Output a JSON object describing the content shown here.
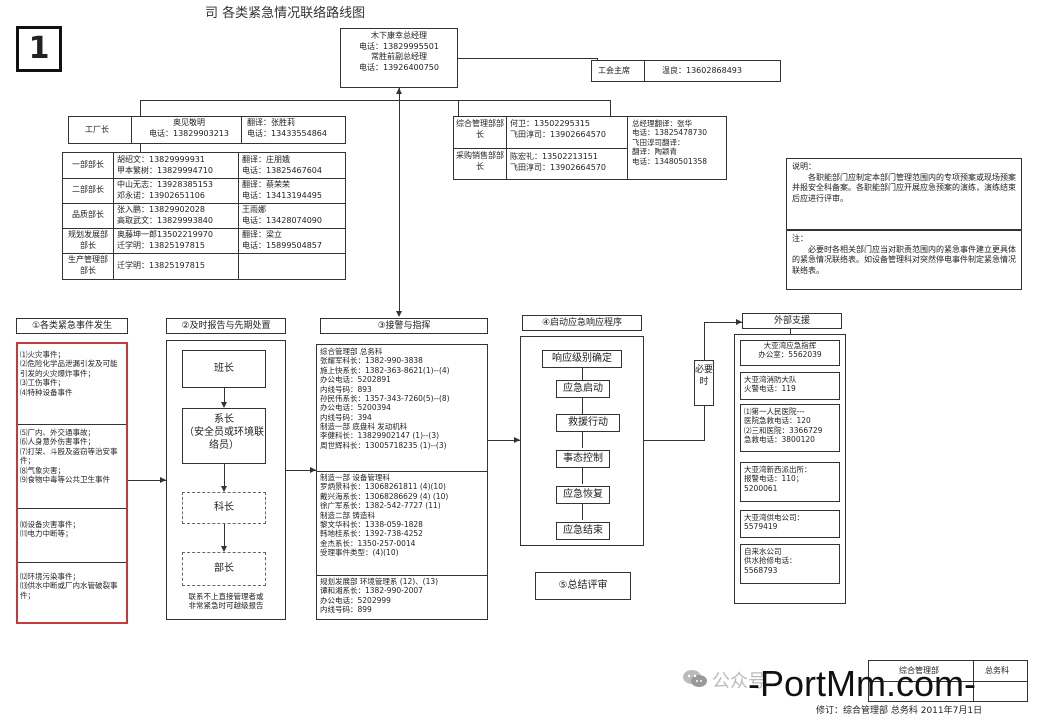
{
  "title": "司 各类紧急情况联络路线图",
  "page_number": "1",
  "top_manager": {
    "lines": [
      "木下康幸总经理",
      "电话：13829995501",
      "常胜前副总经理",
      "电话：13926400750"
    ]
  },
  "union": {
    "label": "工会主席",
    "text": "温良：13602868493"
  },
  "factory": {
    "label": "工厂长",
    "left": [
      "奥见敬明",
      "电话：13829903213"
    ],
    "right": [
      "翻译：张胜莉",
      "电话：13433554864"
    ]
  },
  "comprehensive": {
    "label": "综合管理部部长",
    "lines": [
      "何卫：13502295315",
      "飞田淳司：13902664570"
    ]
  },
  "purchase": {
    "label": "采购销售部部长",
    "lines": [
      "陈宏礼：13502213151",
      "飞田淳司：13902664570"
    ]
  },
  "gm_translator": [
    "总经理翻译：张华",
    "电话：13825478730",
    "飞田淳司翻译：",
    "翻译：陶颖青",
    "电话：13480501358"
  ],
  "departments": [
    {
      "label": "一部部长",
      "left": [
        "胡绍文：13829999931",
        "甲本繁树：13829994710"
      ],
      "right": [
        "翻译：庄朋娥",
        "电话：13825467604"
      ]
    },
    {
      "label": "二部部长",
      "left": [
        "中山无志：13928385153",
        "邓永诺：13902651106"
      ],
      "right": [
        "翻译：蔡荣荣",
        "电话：13413194495"
      ]
    },
    {
      "label": "品质部长",
      "left": [
        "张入鹏：13829902028",
        "高取武文：13829993840"
      ],
      "right": [
        "王雨娜",
        "电话：13428074090"
      ]
    },
    {
      "label": "规划发展部部长",
      "left": [
        "奥藤坤一郎13502219970",
        "迁学明：13825197815"
      ],
      "right": [
        "翻译：梁立",
        "电话：15899504857"
      ]
    },
    {
      "label": "生产管理部部长",
      "left": [
        "迁学明：13825197815"
      ],
      "right": []
    }
  ],
  "note1": {
    "title": "说明：",
    "body": "各职能部门应制定本部门管理范围内的专项预案或现场预案并报安全科备案。各职能部门应开展应急预案的演练，演练结束后应进行评审。"
  },
  "note2": {
    "title": "注：",
    "body": "必要时各相关部门应当对职责范围内的紧急事件建立更具体的紧急情况联络表。如设备管理科对突然停电事件制定紧急情况联络表。"
  },
  "col1": {
    "header": "①各类紧急事件发生",
    "groups": [
      [
        "⑴火灾事件；",
        "⑵危险化学品泄漏引发及可能引发的火灾爆炸事件；",
        "⑶工伤事件；",
        "⑷特种设备事件"
      ],
      [
        "⑸厂内、外交通事故；",
        "⑹人身意外伤害事件；",
        "⑺打架、斗殴及盗窃等治安事件；",
        "⑻气象灾害；",
        "⑼食物中毒等公共卫生事件"
      ],
      [
        "⑽设备灾害事件；",
        "⑾电力中断等；"
      ],
      [
        "⑿环境污染事件；",
        "⒀供水中断或厂内水管破裂事件；"
      ]
    ]
  },
  "col2": {
    "header": "②及时报告与先期处置",
    "steps": [
      "班长",
      "系长\n（安全员或环境联络员）",
      "科长",
      "部长"
    ],
    "note": [
      "联系不上直接管理者或",
      "非常紧急时可越级报告"
    ]
  },
  "col3": {
    "header": "③接警与指挥",
    "sec1": [
      "综合管理部 总务科",
      "张耀军科长：1382-990-3838",
      "施上快系长：1382-363-8621(1)--(4)",
      "办公电话：5202891",
      "内线号码：893",
      "孙民伟系长：1357-343-7260(5)--(8)",
      "办公电话：5200394",
      "内线号码：394",
      "制造一部 底盘科 发动机科",
      "李健科长：13829902147 (1)--(3)",
      "周世辉科长：13005718235 (1)--(3)"
    ],
    "sec2": [
      "制造一部 设备管理科",
      "罗炳景科长：13068261811 (4)(10)",
      "戴兴海系长：13068286629 (4) (10)",
      "徐广军系长：1382-542-7727 (11)",
      "制造二部 铸造科",
      "黎文华科长：1338-059-1828",
      "韩地桂系长：1392-738-4252",
      "金杰系长：1350-257-0014",
      "受理事件类型：(4)(10)"
    ],
    "sec3": [
      "规划发展部 环境管理系 (12)、(13)",
      "谭和湘系长：1382-990-2007",
      "办公电话：5202999",
      "内线号码：899"
    ]
  },
  "col4": {
    "header": "④启动应急响应程序",
    "steps": [
      "响应级别确定",
      "应急启动",
      "救援行动",
      "事态控制",
      "应急恢复",
      "应急结束"
    ],
    "summary": "⑤总结评审"
  },
  "required": "必要时",
  "col5": {
    "header": "外部支援",
    "boxes": [
      [
        "大亚湾应急指挥",
        "办公室：5562039"
      ],
      [
        "大亚湾消防大队",
        "火警电话：119"
      ],
      [
        "⑴第一人民医院---",
        "医院急救电话：120",
        "⑵三和医院：3366729",
        "急救电话：3800120"
      ],
      [
        "大亚湾新西派出所：",
        "报警电话：110；",
        "5200061"
      ],
      [
        "大亚湾供电公司：",
        "5579419"
      ],
      [
        "自来水公司",
        "供水抢修电话：",
        "5568793"
      ]
    ]
  },
  "footer": {
    "approval": "修订：综合管理部 总务科 2011年7月1日",
    "stamp1": "综合管理部",
    "stamp2": "总务科",
    "watermark_prefix": "公众号",
    "watermark": "-PortMm.com-"
  }
}
